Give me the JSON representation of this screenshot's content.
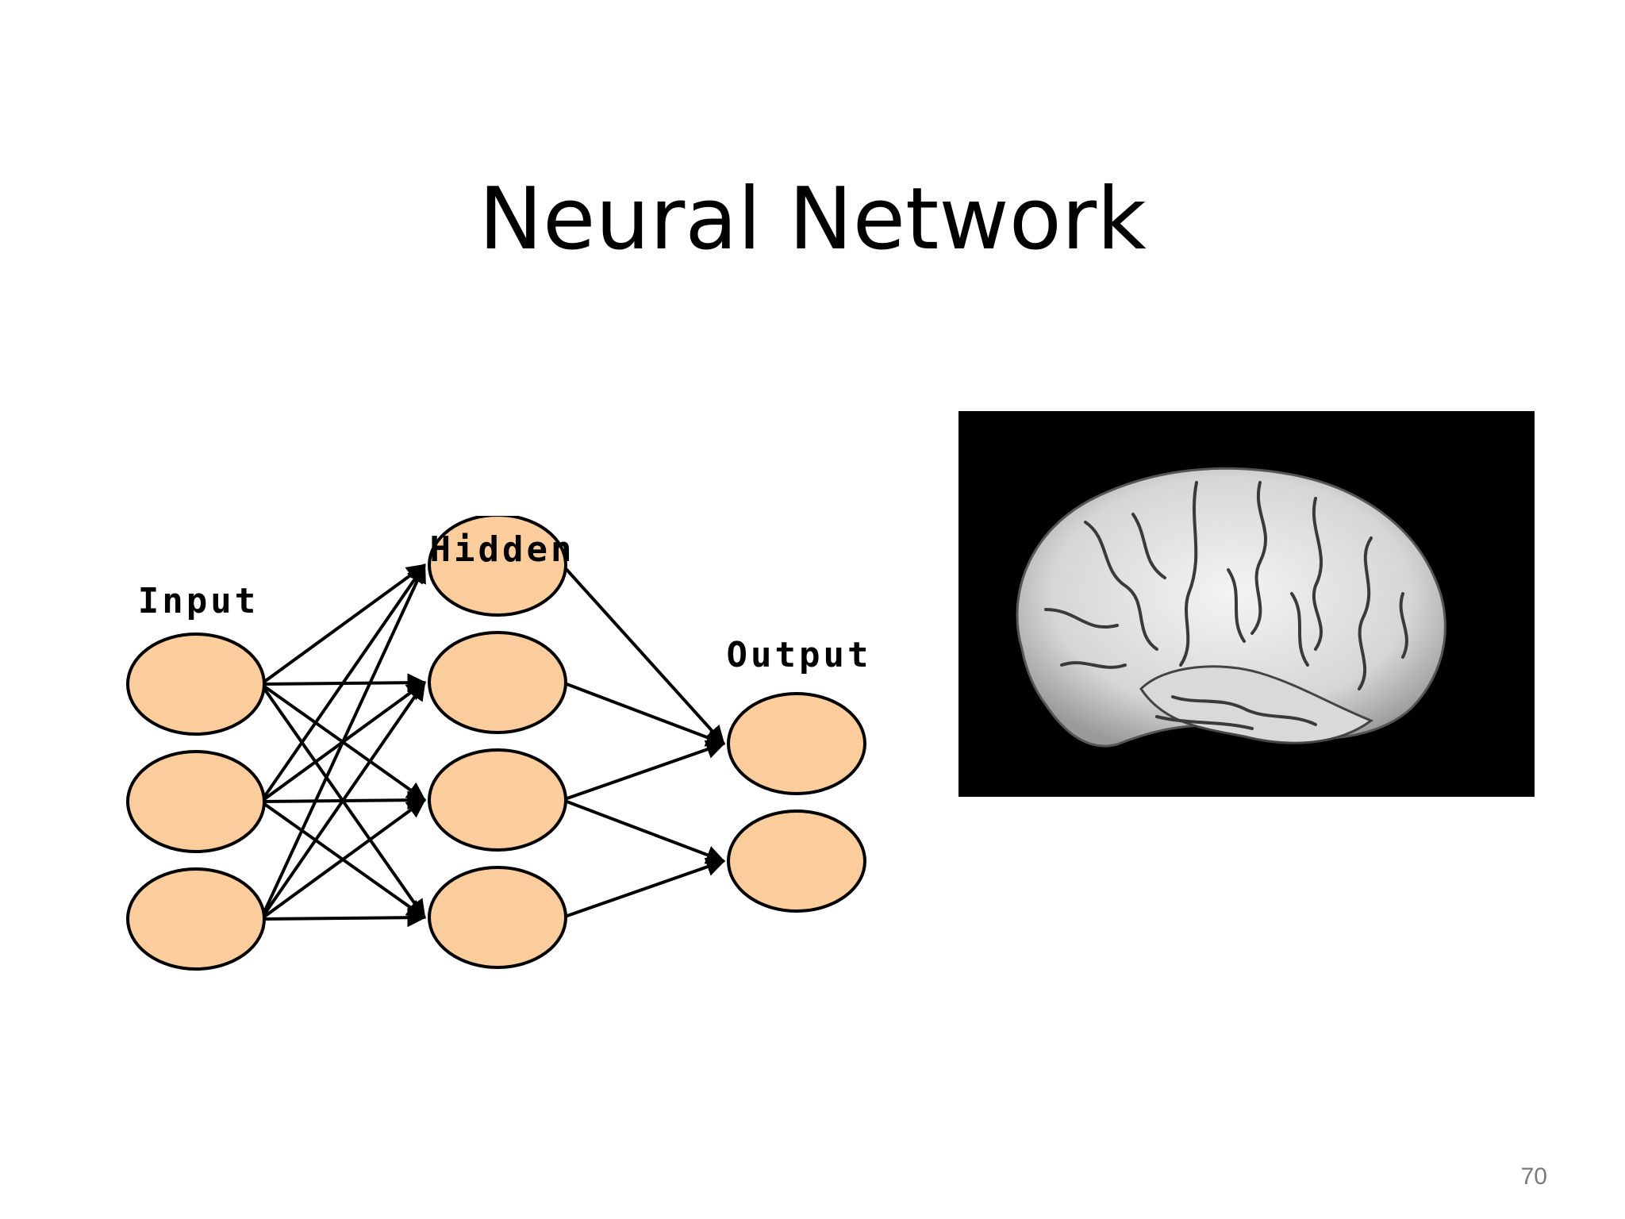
{
  "slide": {
    "title": "Neural Network",
    "page_number": "70"
  },
  "diagram": {
    "layers": [
      {
        "label": "Input",
        "nodes": 3
      },
      {
        "label": "Hidden",
        "nodes": 4
      },
      {
        "label": "Output",
        "nodes": 2
      }
    ],
    "node_fill": "#fbcd9c",
    "node_stroke": "#000000",
    "edge_color": "#000000"
  },
  "brain_photo": {
    "background": "#000000",
    "tissue_color": "#e8e8e8"
  }
}
